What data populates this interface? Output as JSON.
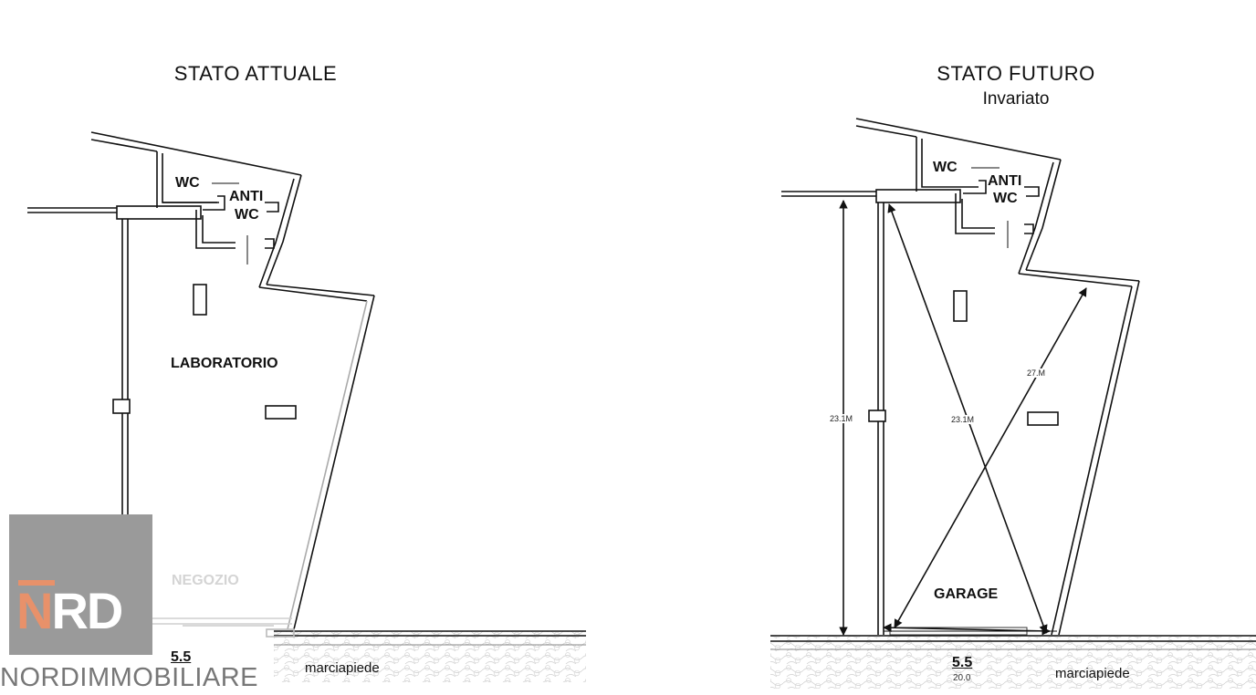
{
  "left_plan": {
    "title": "STATO ATTUALE",
    "rooms": {
      "wc": "WC",
      "anti_wc_line1": "ANTI",
      "anti_wc_line2": "WC",
      "laboratorio": "LABORATORIO",
      "negozio": "NEGOZIO"
    },
    "scale": "5.5",
    "street": "marciapiede"
  },
  "right_plan": {
    "title": "STATO FUTURO",
    "subtitle": "Invariato",
    "rooms": {
      "wc": "WC",
      "anti_wc_line1": "ANTI",
      "anti_wc_line2": "WC",
      "garage": "GARAGE"
    },
    "dimensions": {
      "vertical": "23.1M",
      "diagonal_a": "23.1M",
      "diagonal_b": "27.M"
    },
    "scale": "5.5",
    "scale_sub": "20.0",
    "street": "marciapiede"
  },
  "watermark": {
    "logo_letters": "NRD",
    "brand_name": "NORDIMMOBILIARE",
    "colors": {
      "logo_bg": "#9a9a9a",
      "accent": "#e8916a"
    }
  }
}
